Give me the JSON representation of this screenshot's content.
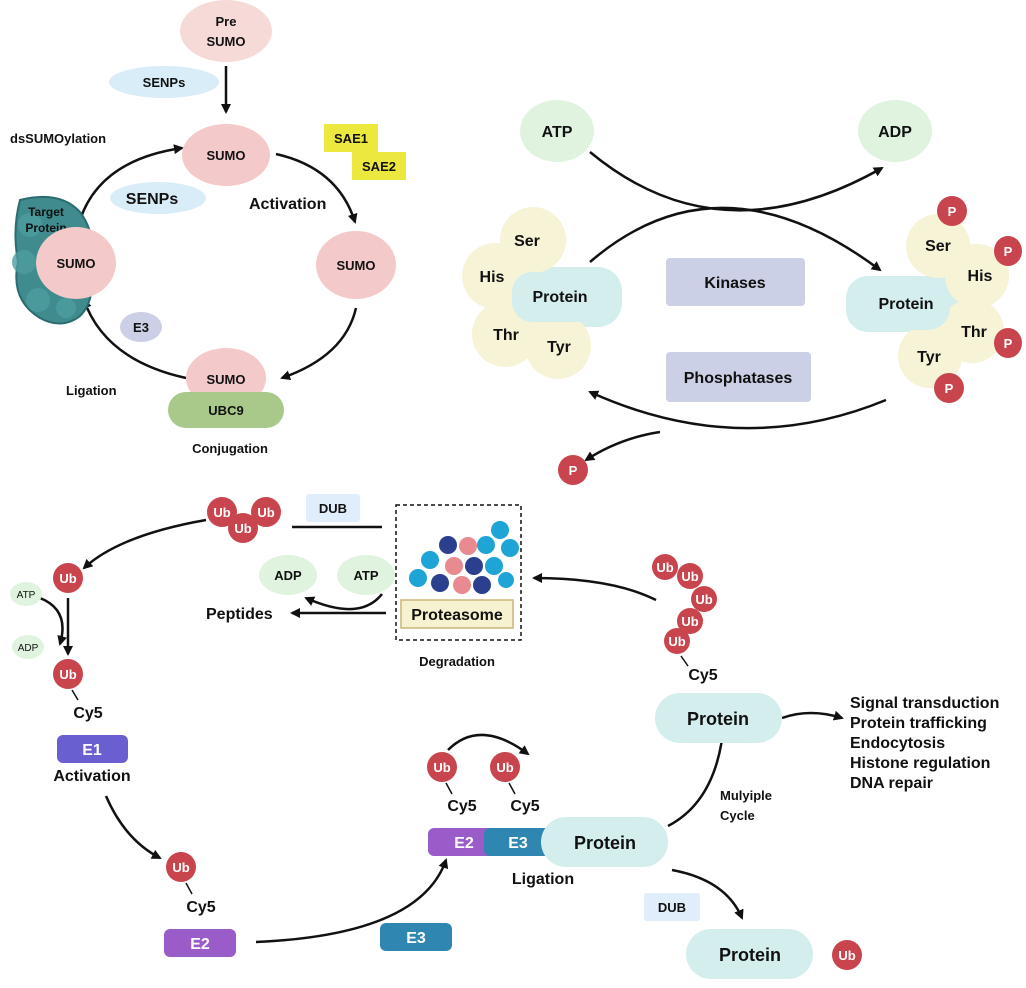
{
  "sumo": {
    "pre_sumo": [
      "Pre",
      "SUMO"
    ],
    "senps_top": "SENPs",
    "senps_mid": "SENPs",
    "desumoylation": "dsSUMOylation",
    "sumo": "SUMO",
    "sae1": "SAE1",
    "sae2": "SAE2",
    "activation": "Activation",
    "target_protein": [
      "Target",
      "Protein"
    ],
    "e3": "E3",
    "ligation": "Ligation",
    "ubc9": "UBC9",
    "conjugation": "Conjugation"
  },
  "phospho": {
    "atp": "ATP",
    "adp": "ADP",
    "ser": "Ser",
    "his": "His",
    "thr": "Thr",
    "tyr": "Tyr",
    "protein": "Protein",
    "kinases": "Kinases",
    "phosphatases": "Phosphatases",
    "p": "P"
  },
  "ubiquitin": {
    "ub": "Ub",
    "dub": "DUB",
    "atp": "ATP",
    "adp": "ADP",
    "peptides": "Peptides",
    "proteasome": "Proteasome",
    "degradation": "Degradation",
    "cy5": "Cy5",
    "e1": "E1",
    "e2": "E2",
    "e3": "E3",
    "activation": "Activation",
    "ligation": "Ligation",
    "protein": "Protein",
    "multiple_cycle": [
      "Mulyiple",
      "Cycle"
    ],
    "functions": [
      "Signal transduction",
      "Protein trafficking",
      "Endocytosis",
      "Histone regulation",
      "DNA repair"
    ]
  },
  "colors": {
    "sumo_pink": "#f4c9c9",
    "ub_red": "#c9454d",
    "protein_teal": "#d4eeee",
    "residue_cream": "#f6f3d6",
    "enzyme_lavender": "#ccd0e6",
    "atp_green": "#dff3de",
    "sae_yellow": "#ece83e",
    "ubc9_green": "#a9c98b",
    "e1_purple": "#6a5fd0",
    "e2_purple": "#9a5cc8",
    "e3_blue": "#2f86b0",
    "senps_blue": "#d9edf8",
    "dub_blue": "#e0edfb"
  }
}
